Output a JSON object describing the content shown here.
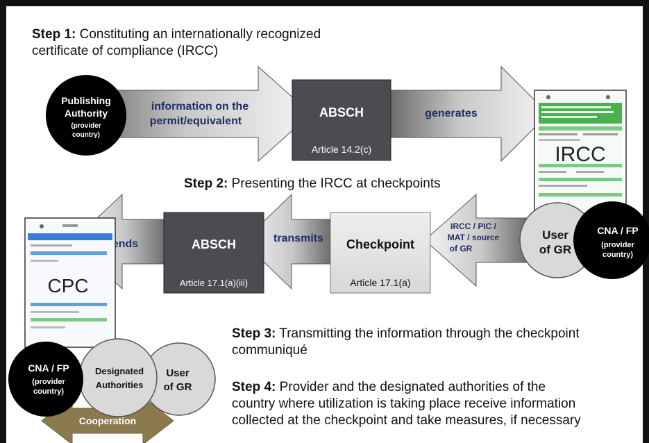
{
  "steps": {
    "step1_label": "Step 1:",
    "step1_text_line1": "Constituting an internationally recognized",
    "step1_text_line2": "certificate of compliance (IRCC)",
    "step2_label": "Step 2:",
    "step2_text": "Presenting the IRCC at checkpoints",
    "step3_label": "Step 3:",
    "step3_text_line1": "Transmitting the information through the checkpoint",
    "step3_text_line2": "communiqué",
    "step4_label": "Step 4:",
    "step4_text_line1": "Provider and the designated authorities of the",
    "step4_text_line2": "country where utilization is taking place receive information",
    "step4_text_line3": "collected at the checkpoint and take measures, if necessary"
  },
  "nodes": {
    "publishing_authority": {
      "line1": "Publishing",
      "line2": "Authority",
      "line3": "(provider",
      "line4": "country)"
    },
    "absch_top": {
      "title": "ABSCH",
      "article": "Article 14.2(c)"
    },
    "irc_document": {
      "label": "IRCC"
    },
    "user_gr_right": {
      "line1": "User",
      "line2": "of GR"
    },
    "cna_fp_right": {
      "line1": "CNA / FP",
      "line2": "(provider",
      "line3": "country)"
    },
    "checkpoint": {
      "title": "Checkpoint",
      "article": "Article 17.1(a)"
    },
    "absch_mid": {
      "title": "ABSCH",
      "article": "Article 17.1(a)(iii)"
    },
    "cpc_document": {
      "label": "CPC"
    },
    "cna_fp_left": {
      "line1": "CNA / FP",
      "line2": "(provider",
      "line3": "country)"
    },
    "designated_authorities": {
      "line1": "Designated",
      "line2": "Authorities"
    },
    "user_gr_left": {
      "line1": "User",
      "line2": "of GR"
    }
  },
  "arrows": {
    "info_permit": {
      "line1": "information on the",
      "line2": "permit/equivalent"
    },
    "generates": {
      "label": "generates"
    },
    "ircc_pic": {
      "line1": "IRCC / PIC /",
      "line2": "MAT / source",
      "line3": "of GR"
    },
    "transmits": {
      "label": "transmits"
    },
    "sends": {
      "label": "sends"
    },
    "cooperation": {
      "label": "Cooperation"
    }
  },
  "colors": {
    "navy_text": "#1f2f66",
    "dark_box": "#4a4c52",
    "light_box": "#e3e3e3",
    "black_circle": "#000000",
    "gray_circle": "#d9d9d9",
    "arrow_dark": "#6e6e6e",
    "arrow_light": "#f2f2f2",
    "cooperation_gold": "#8a7a4e",
    "form_green": "#4caf50"
  }
}
